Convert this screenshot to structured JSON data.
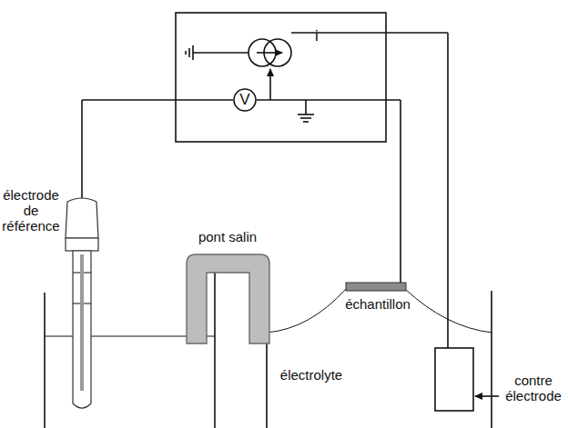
{
  "diagram": {
    "nodes": [
      {
        "text": [
          "V"
        ]
      }
    ],
    "labels": [
      "i",
      "électrode de référence",
      "pont salin",
      "échantillon",
      "électrolyte",
      "contre électrode"
    ]
  }
}
